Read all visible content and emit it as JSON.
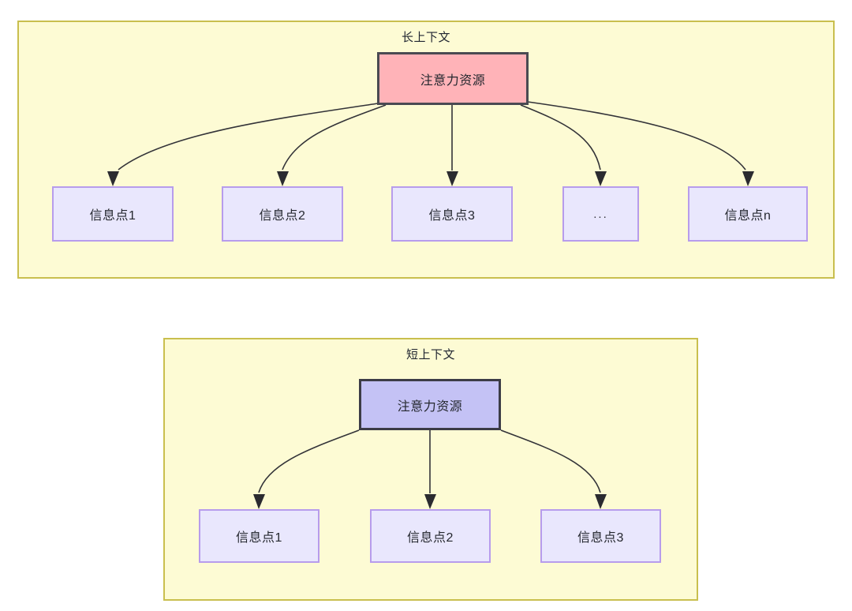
{
  "diagram": {
    "type": "flowchart",
    "background_color": "#ffffff",
    "groups": [
      {
        "id": "long-context",
        "title": "长上下文",
        "fill": "#fdfbd4",
        "stroke": "#c9bf4e",
        "root": {
          "label": "注意力资源",
          "fill": "#ffb3b8",
          "stroke": "#4a4a52"
        },
        "children": [
          {
            "label": "信息点1"
          },
          {
            "label": "信息点2"
          },
          {
            "label": "信息点3"
          },
          {
            "label": "..."
          },
          {
            "label": "信息点n"
          }
        ],
        "child_fill": "#e9e7fd",
        "child_stroke": "#b79cec"
      },
      {
        "id": "short-context",
        "title": "短上下文",
        "fill": "#fdfbd4",
        "stroke": "#c9bf4e",
        "root": {
          "label": "注意力资源",
          "fill": "#c4c2f5",
          "stroke": "#3c3c46"
        },
        "children": [
          {
            "label": "信息点1"
          },
          {
            "label": "信息点2"
          },
          {
            "label": "信息点3"
          }
        ],
        "child_fill": "#e9e7fd",
        "child_stroke": "#b79cec"
      }
    ],
    "edge_color": "#333338",
    "arrow_color": "#2b2b30"
  }
}
